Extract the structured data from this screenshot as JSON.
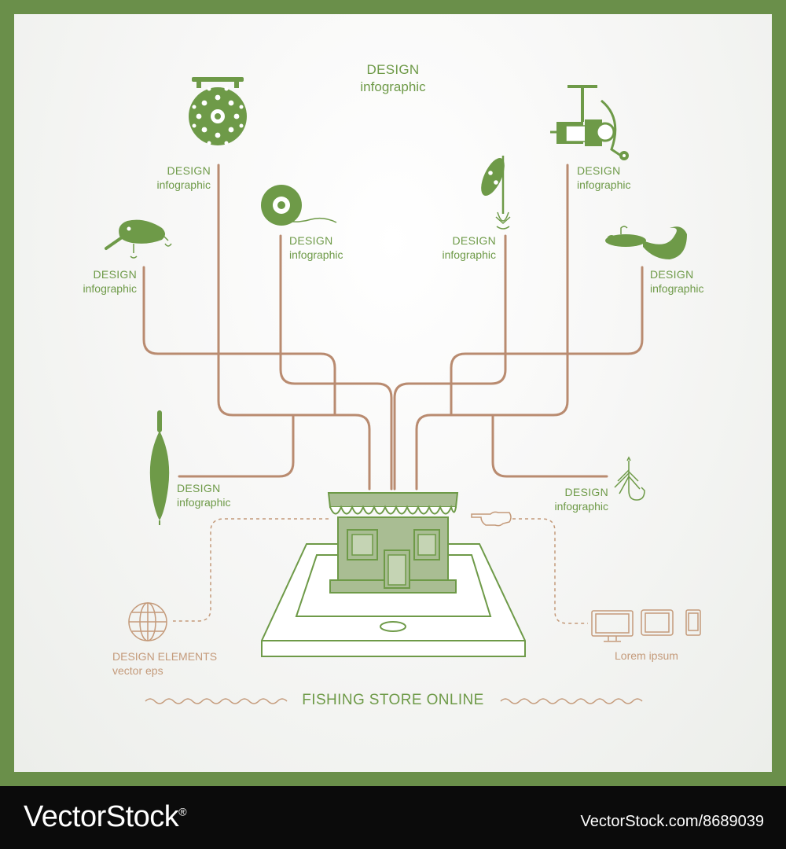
{
  "title": {
    "line1": "DESIGN",
    "line2": "infographic"
  },
  "branches": [
    {
      "id": "reel",
      "icon": "fly-reel-icon",
      "line1": "DESIGN",
      "line2": "infographic"
    },
    {
      "id": "line-spool",
      "icon": "line-spool-icon",
      "line1": "DESIGN",
      "line2": "infographic"
    },
    {
      "id": "crankbait",
      "icon": "crankbait-lure-icon",
      "line1": "DESIGN",
      "line2": "infographic"
    },
    {
      "id": "float",
      "icon": "bobber-float-icon",
      "line1": "DESIGN",
      "line2": "infographic"
    },
    {
      "id": "spinner",
      "icon": "spinner-lure-icon",
      "line1": "DESIGN",
      "line2": "infographic"
    },
    {
      "id": "spinning-reel",
      "icon": "spinning-reel-icon",
      "line1": "DESIGN",
      "line2": "infographic"
    },
    {
      "id": "soft-worm",
      "icon": "soft-worm-lure-icon",
      "line1": "DESIGN",
      "line2": "infographic"
    },
    {
      "id": "fly-hook",
      "icon": "fly-hook-icon",
      "line1": "DESIGN",
      "line2": "infographic"
    }
  ],
  "design_elements": {
    "line1": "DESIGN ELEMENTS",
    "line2": "vector eps"
  },
  "devices_caption": "Lorem ipsum",
  "footer_title": "FISHING STORE ONLINE",
  "watermark": {
    "brand": "VectorStock",
    "registered": "®",
    "id": "VectorStock.com/8689039"
  },
  "colors": {
    "frame": "#6a8f4a",
    "icon_green": "#6e9a48",
    "branch_brown": "#b98b70",
    "text_brown": "#c49a7a",
    "store_fill": "#a9bd93"
  }
}
